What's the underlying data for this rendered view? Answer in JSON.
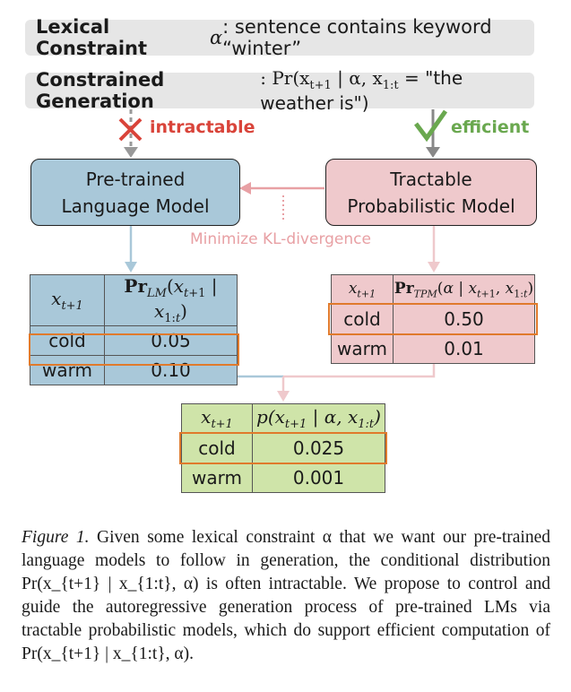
{
  "lexical": {
    "label": "Lexical Constraint",
    "symbol": "α",
    "text": ": sentence contains keyword “winter”"
  },
  "constrained": {
    "label": "Constrained Generation",
    "formula": ": Pr(x",
    "sub": "t+1",
    "formula_rest": " | α, x",
    "sub2": "1:t",
    "formula_end": " = \"the weather is\")"
  },
  "tags": {
    "intractable": "intractable",
    "efficient": "efficient"
  },
  "boxes": {
    "lm_line1": "Pre-trained",
    "lm_line2": "Language Model",
    "tpm_line1": "Tractable",
    "tpm_line2": "Probabilistic Model"
  },
  "kl_label": "Minimize KL-divergence",
  "tables": {
    "lm": {
      "header": [
        "x_{t+1}",
        "Pr_{LM}(x_{t+1} | x_{1:t})"
      ],
      "rows": [
        [
          "cold",
          "0.05"
        ],
        [
          "warm",
          "0.10"
        ]
      ]
    },
    "tpm": {
      "header": [
        "x_{t+1}",
        "Pr_{TPM}(α | x_{t+1}, x_{1:t})"
      ],
      "rows": [
        [
          "cold",
          "0.50"
        ],
        [
          "warm",
          "0.01"
        ]
      ]
    },
    "result": {
      "header": [
        "x_{t+1}",
        "p(x_{t+1} | α, x_{1:t})"
      ],
      "rows": [
        [
          "cold",
          "0.025"
        ],
        [
          "warm",
          "0.001"
        ]
      ]
    }
  },
  "caption": {
    "figure_label": "Figure 1.",
    "text": " Given some lexical constraint α that we want our pre-trained language models to follow in generation, the conditional distribution Pr(x_{t+1} | x_{1:t}, α) is often intractable. We propose to control and guide the autoregressive generation process of pre-trained LMs via tractable probabilistic models, which do support efficient computation of Pr(x_{t+1} | x_{1:t}, α)."
  },
  "colors": {
    "lm_fill": "#a9c8d9",
    "tpm_fill": "#efc9cc",
    "result_fill": "#cfe4a9",
    "highlight": "#e07a2c",
    "intractable": "#d9443a",
    "efficient": "#6aa84f",
    "kl": "#e8a0a4"
  }
}
